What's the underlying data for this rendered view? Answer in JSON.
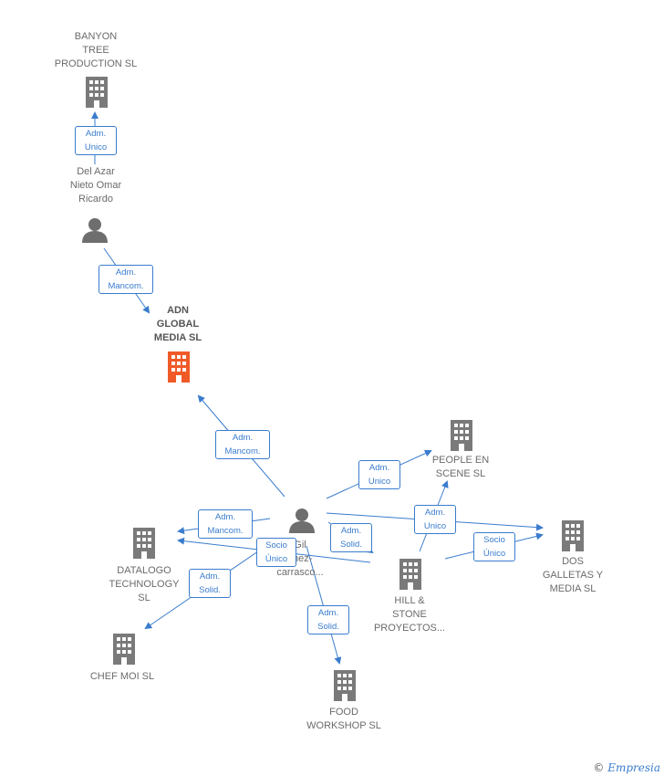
{
  "colors": {
    "edge": "#3a7ccd",
    "company": "#7a7a7a",
    "highlight": "#f05a28",
    "person": "#6e6e6e"
  },
  "nodes": {
    "banyon": {
      "label": "BANYON\nTREE\nPRODUCTION SL",
      "icon": "building-icon"
    },
    "delazar": {
      "label": "Del Azar\nNieto Omar\nRicardo",
      "icon": "person-icon"
    },
    "adn": {
      "label": "ADN\nGLOBAL\nMEDIA  SL",
      "icon": "building-icon"
    },
    "gil": {
      "label": "Gil\nchez-\ncarrasco...",
      "icon": "person-icon"
    },
    "people": {
      "label": "PEOPLE EN\nSCENE  SL",
      "icon": "building-icon"
    },
    "dos": {
      "label": "DOS\nGALLETAS Y\nMEDIA  SL",
      "icon": "building-icon"
    },
    "datalogo": {
      "label": "DATALOGO\nTECHNOLOGY\nSL",
      "icon": "building-icon"
    },
    "hill": {
      "label": "HILL &\nSTONE\nPROYECTOS...",
      "icon": "building-icon"
    },
    "chef": {
      "label": "CHEF MOI  SL",
      "icon": "building-icon"
    },
    "food": {
      "label": "FOOD\nWORKSHOP SL",
      "icon": "building-icon"
    }
  },
  "badges": {
    "b1": "Adm.\nUnico",
    "b2": "Adm.\nMancom.",
    "b3": "Adm.\nMancom.",
    "b4": "Adm.\nMancom.",
    "b5": "Adm.\nSolid.",
    "b6": "Adm.\nUnico",
    "b7": "Adm.\nUnico",
    "b8": "Socio\nÚnico",
    "b9": "Socio\nÚnico",
    "b10": "Adm.\nSolid.",
    "b11": "Adm.\nSolid."
  },
  "footer": {
    "copyright": "©",
    "brand": "Empresia"
  }
}
